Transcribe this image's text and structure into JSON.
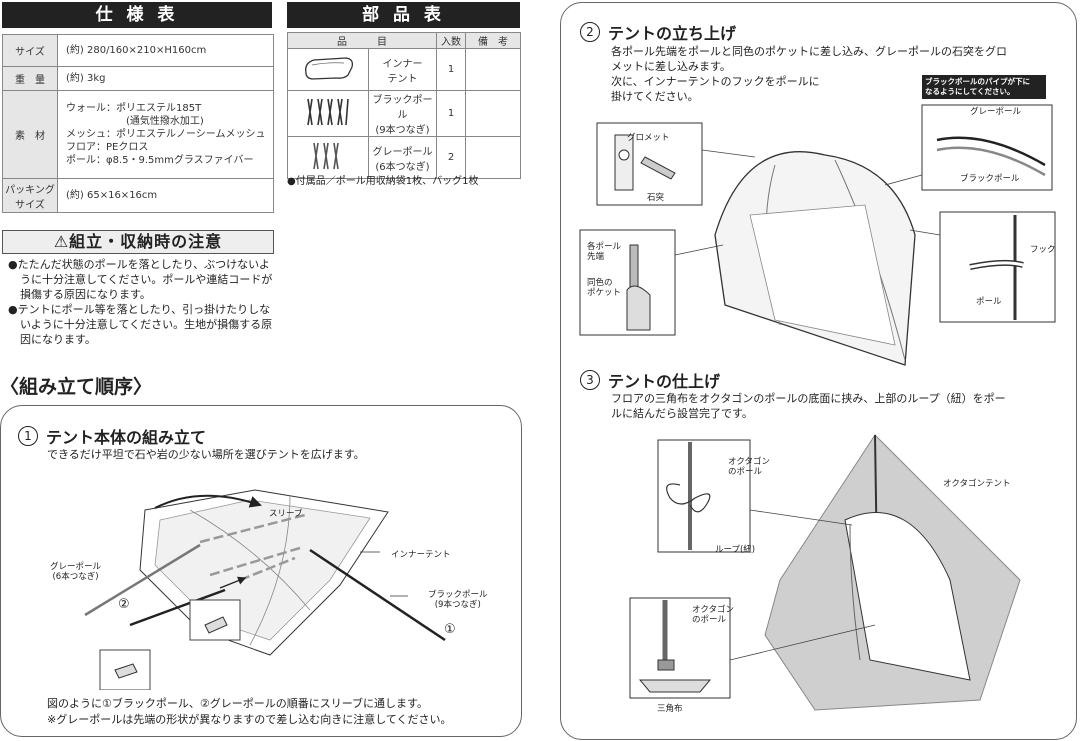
{
  "spec": {
    "title": "仕 様 表",
    "rows": [
      {
        "key": "サイズ",
        "value": "(約) 280/160×210×H160cm"
      },
      {
        "key": "重　量",
        "value": "(約) 3kg"
      },
      {
        "key": "素　材",
        "lines": [
          "ウォール：ポリエステル185T",
          "(通気性撥水加工)",
          "メッシュ：ポリエステルノーシームメッシュ",
          "フロア：PEクロス",
          "ポール：φ8.5・9.5mmグラスファイバー"
        ]
      },
      {
        "key_lines": [
          "パッキング",
          "サイズ"
        ],
        "value": "(約) 65×16×16cm"
      }
    ]
  },
  "parts": {
    "title": "部 品 表",
    "headers": [
      "品　　　目",
      "入数",
      "備　考"
    ],
    "rows": [
      {
        "name_lines": [
          "インナー",
          "テント"
        ],
        "qty": "1",
        "icon": "inner-tent-icon"
      },
      {
        "name_lines": [
          "ブラックポール",
          "(9本つなぎ)"
        ],
        "qty": "1",
        "icon": "black-pole-icon"
      },
      {
        "name_lines": [
          "グレーポール",
          "(6本つなぎ)"
        ],
        "qty": "2",
        "icon": "gray-pole-icon"
      }
    ],
    "note": "●付属品／ポール用収納袋1枚、バッグ1枚"
  },
  "caution": {
    "title": "⚠組立・収納時の注意",
    "items": [
      "●たたんだ状態のポールを落としたり、ぶつけないように十分注意してください。ポールや連結コードが損傷する原因になります。",
      "●テントにポール等を落としたり、引っ掛けたりしないように十分注意してください。生地が損傷する原因になります。"
    ]
  },
  "section_title": "〈組み立て順序〉",
  "step1": {
    "num": "1",
    "title": "テント本体の組み立て",
    "desc": "できるだけ平坦で石や岩の少ない場所を選びテントを広げます。",
    "labels": {
      "sleeve": "スリーブ",
      "inner": "インナーテント",
      "gray": "グレーポール",
      "gray_sub": "(6本つなぎ)",
      "black": "ブラックポール",
      "black_sub": "(9本つなぎ)",
      "m1": "①",
      "m2": "②"
    },
    "foot1": "図のように①ブラックポール、②グレーポールの順番にスリーブに通します。",
    "foot2": "※グレーポールは先端の形状が異なりますので差し込む向きに注意してください。"
  },
  "step2": {
    "num": "2",
    "title": "テントの立ち上げ",
    "desc1": "各ポール先端をポールと同色のポケットに差し込み、グレーポールの石突をグロ",
    "desc2": "メットに差し込みます。",
    "desc3": "次に、インナーテントのフックをポールに",
    "desc4": "掛けてください。",
    "tag_line1": "ブラックポールのパイプが下に",
    "tag_line2": "なるようにしてください。",
    "labels": {
      "grommet": "グロメット",
      "ishizuki": "石突",
      "tip1": "各ポール",
      "tip2": "先端",
      "pocket1": "同色の",
      "pocket2": "ポケット",
      "graypole": "グレーポール",
      "blackpole": "ブラックポール",
      "hook": "フック",
      "pole": "ポール"
    }
  },
  "step3": {
    "num": "3",
    "title": "テントの仕上げ",
    "desc1": "フロアの三角布をオクタゴンのポールの底面に挟み、上部のループ（紐）をポー",
    "desc2": "ルに結んだら設営完了です。",
    "labels": {
      "oct1a": "オクタゴン",
      "oct1b": "のポール",
      "loop": "ループ(紐)",
      "oct_tent": "オクタゴンテント",
      "oct2a": "オクタゴン",
      "oct2b": "のポール",
      "triangle": "三角布"
    }
  }
}
